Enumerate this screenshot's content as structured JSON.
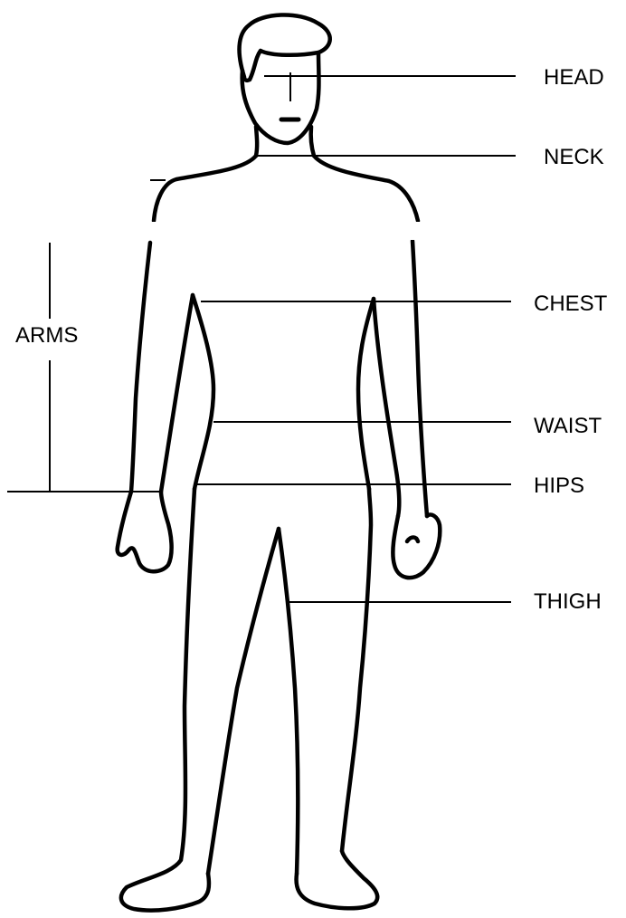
{
  "diagram": {
    "labels": {
      "head": "HEAD",
      "neck": "NECK",
      "chest": "CHEST",
      "waist": "WAIST",
      "hips": "HIPS",
      "thigh": "THIGH",
      "arms": "ARMS"
    },
    "colors": {
      "stroke": "#000000",
      "background": "#ffffff"
    }
  }
}
